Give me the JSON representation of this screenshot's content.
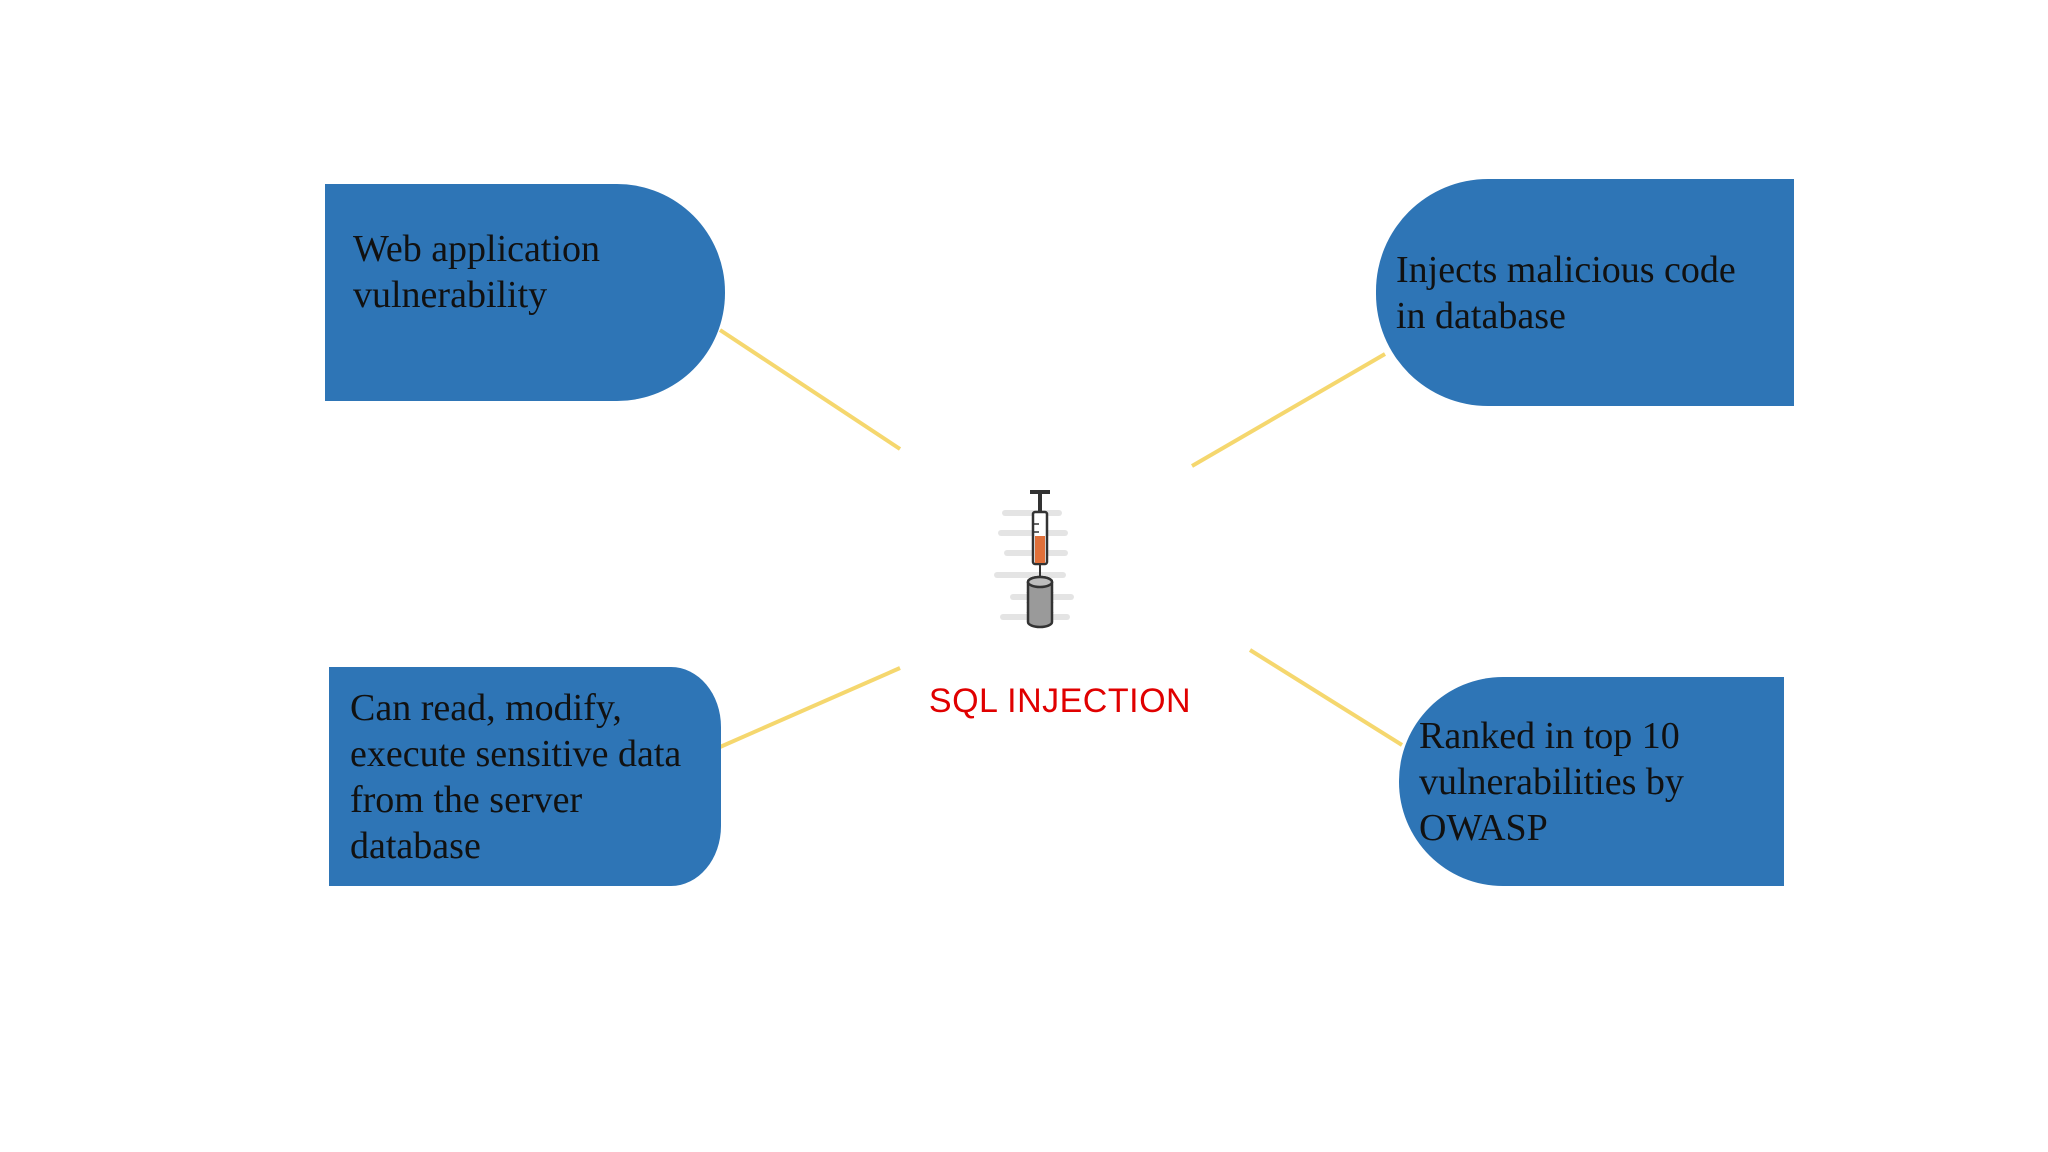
{
  "diagram": {
    "center": {
      "label": "SQL INJECTION",
      "icon": "syringe-database-icon",
      "label_color": "#e00000"
    },
    "nodes": [
      {
        "id": "top-left",
        "text": "Web application vulnerability"
      },
      {
        "id": "top-right",
        "text": "Injects malicious code in database"
      },
      {
        "id": "bottom-left",
        "text": "Can read, modify, execute sensitive data from the server database"
      },
      {
        "id": "bottom-right",
        "text": "Ranked in top 10 vulnerabilities by OWASP"
      }
    ],
    "colors": {
      "box_fill": "#2e75b6",
      "connector": "#f5d76e",
      "text": "#111111"
    }
  }
}
